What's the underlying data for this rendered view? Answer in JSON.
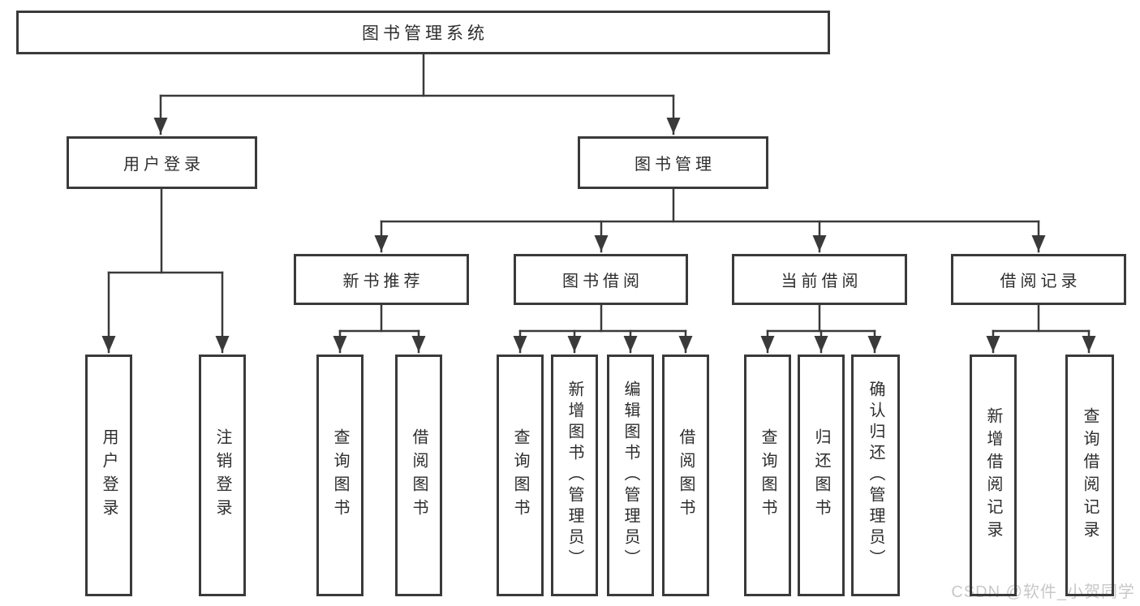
{
  "diagram_type": "feature-structure-tree",
  "colors": {
    "line": "#3a3a3a",
    "text": "#2d2d2d",
    "box_background": "#ffffff",
    "watermark": "#c8c8c8",
    "background": "#ffffff"
  },
  "tree": {
    "root": {
      "label": "图书管理系统"
    },
    "branches": [
      {
        "label": "用户登录",
        "children": [
          {
            "label": "用户登录"
          },
          {
            "label": "注销登录"
          }
        ]
      },
      {
        "label": "图书管理",
        "children": [
          {
            "label": "新书推荐",
            "children": [
              {
                "label": "查询图书"
              },
              {
                "label": "借阅图书"
              }
            ]
          },
          {
            "label": "图书借阅",
            "children": [
              {
                "label": "查询图书"
              },
              {
                "label": "新增图书（管理员）"
              },
              {
                "label": "编辑图书（管理员）"
              },
              {
                "label": "借阅图书"
              }
            ]
          },
          {
            "label": "当前借阅",
            "children": [
              {
                "label": "查询图书"
              },
              {
                "label": "归还图书"
              },
              {
                "label": "确认归还（管理员）"
              }
            ]
          },
          {
            "label": "借阅记录",
            "children": [
              {
                "label": "新增借阅记录"
              },
              {
                "label": "查询借阅记录"
              }
            ]
          }
        ]
      }
    ]
  },
  "watermark": {
    "text": "CSDN @软件_小贺同学"
  }
}
